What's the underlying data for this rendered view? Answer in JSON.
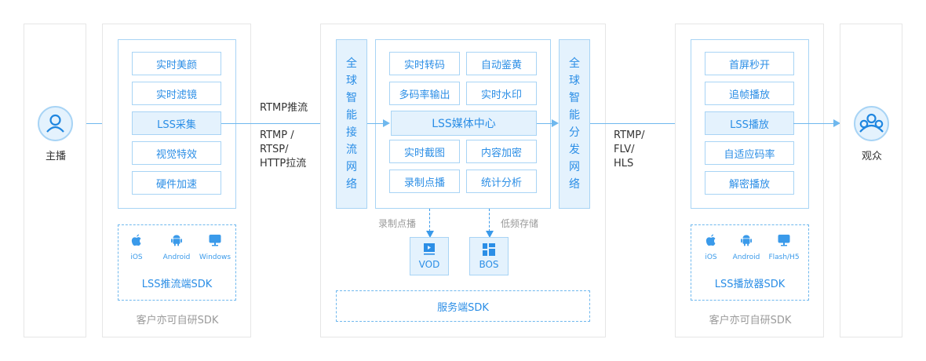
{
  "anchor": {
    "label": "主播",
    "icon": "user-icon"
  },
  "push": {
    "items": [
      {
        "label": "实时美颜",
        "highlight": false
      },
      {
        "label": "实时滤镜",
        "highlight": false
      },
      {
        "label": "LSS采集",
        "highlight": true
      },
      {
        "label": "视觉特效",
        "highlight": false
      },
      {
        "label": "硬件加速",
        "highlight": false
      }
    ],
    "sdk": {
      "platforms": [
        {
          "icon": "apple-icon",
          "label": "iOS"
        },
        {
          "icon": "android-icon",
          "label": "Android"
        },
        {
          "icon": "monitor-icon",
          "label": "Windows"
        }
      ],
      "title": "LSS推流端SDK"
    },
    "footer": "客户亦可自研SDK"
  },
  "ingest_protocols": {
    "top": "RTMP推流",
    "bottom": [
      "RTMP /",
      "RTSP/",
      "HTTP拉流"
    ]
  },
  "center": {
    "ingest_network": "全球智能接流网络",
    "distribution_network": "全球智能分发网络",
    "grid_top": [
      [
        "实时转码",
        "自动鉴黄"
      ],
      [
        "多码率输出",
        "实时水印"
      ]
    ],
    "media_center": "LSS媒体中心",
    "grid_bottom": [
      [
        "实时截图",
        "内容加密"
      ],
      [
        "录制点播",
        "统计分析"
      ]
    ],
    "record_label": "录制点播",
    "storage_label": "低频存储",
    "vod": {
      "icon": "video-icon",
      "label": "VOD"
    },
    "bos": {
      "icon": "storage-grid-icon",
      "label": "BOS"
    },
    "server_sdk": "服务端SDK"
  },
  "playback_protocols": [
    "RTMP/",
    "FLV/",
    "HLS"
  ],
  "player": {
    "items": [
      {
        "label": "首屏秒开",
        "highlight": false
      },
      {
        "label": "追帧播放",
        "highlight": false
      },
      {
        "label": "LSS播放",
        "highlight": true
      },
      {
        "label": "自适应码率",
        "highlight": false
      },
      {
        "label": "解密播放",
        "highlight": false
      }
    ],
    "sdk": {
      "platforms": [
        {
          "icon": "apple-icon",
          "label": "iOS"
        },
        {
          "icon": "android-icon",
          "label": "Android"
        },
        {
          "icon": "monitor-icon",
          "label": "Flash/H5"
        }
      ],
      "title": "LSS播放器SDK"
    },
    "footer": "客户亦可自研SDK"
  },
  "audience": {
    "label": "观众",
    "icon": "group-icon"
  },
  "colors": {
    "accent": "#2b8ee6",
    "line": "#6fb8ee",
    "fill": "#e4f2fd",
    "border": "#a8d4f5",
    "panel": "#e6e6e6"
  }
}
